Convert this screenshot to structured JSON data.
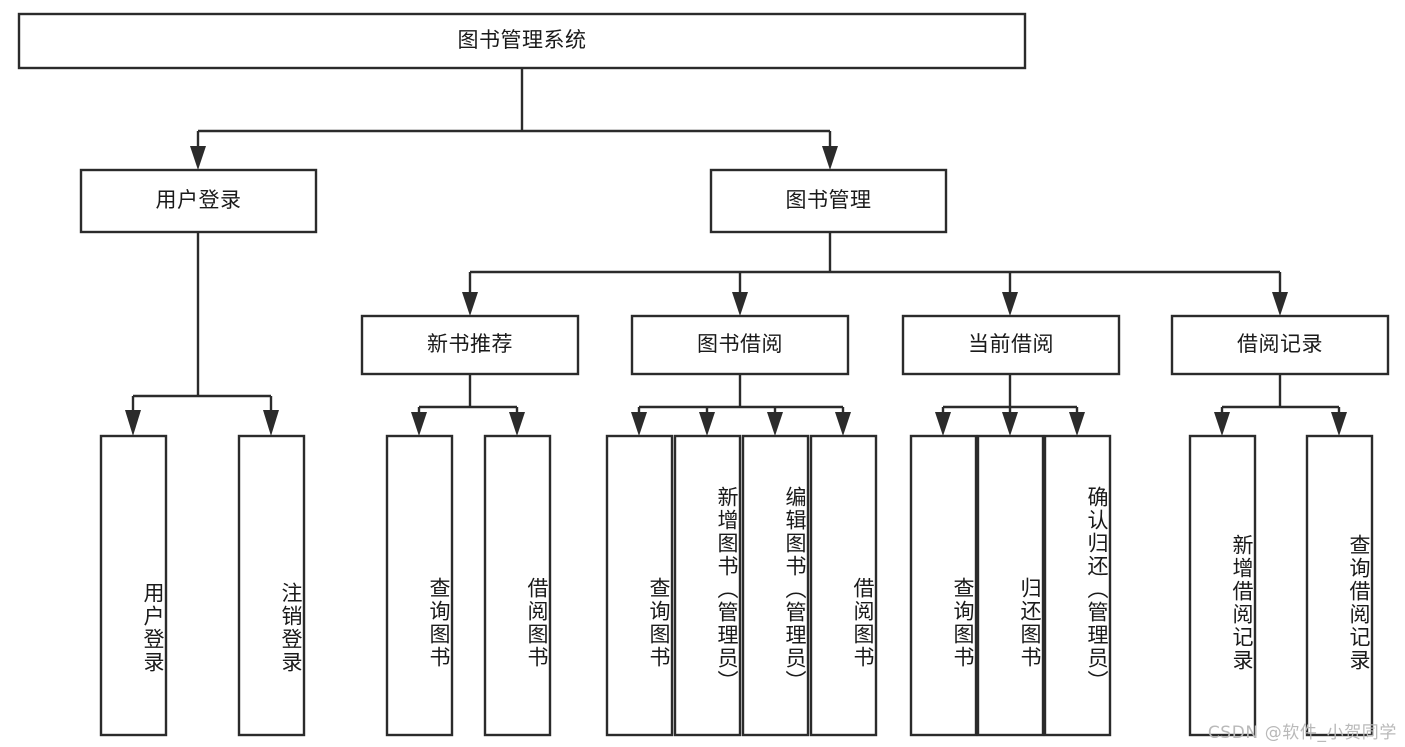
{
  "diagram": {
    "type": "tree-hierarchy-chart",
    "title": "图书管理系统",
    "watermark": "CSDN @软件_小贺同学",
    "colors": {
      "background": "#ffffff",
      "stroke": "#2b2b2b",
      "text": "#1a1a1a",
      "watermark": "#b9b9b9"
    },
    "nodes": {
      "root": {
        "label": "图书管理系统",
        "level": 1,
        "orientation": "horizontal"
      },
      "level2": [
        {
          "id": "user-login",
          "label": "用户登录",
          "orientation": "horizontal"
        },
        {
          "id": "book-management",
          "label": "图书管理",
          "orientation": "horizontal"
        }
      ],
      "level3": [
        {
          "id": "new-book-recommend",
          "label": "新书推荐",
          "orientation": "horizontal",
          "parent": "book-management"
        },
        {
          "id": "book-borrow",
          "label": "图书借阅",
          "orientation": "horizontal",
          "parent": "book-management"
        },
        {
          "id": "current-borrow",
          "label": "当前借阅",
          "orientation": "horizontal",
          "parent": "book-management"
        },
        {
          "id": "borrow-record",
          "label": "借阅记录",
          "orientation": "horizontal",
          "parent": "book-management"
        }
      ],
      "leaves": [
        {
          "id": "leaf-user-login",
          "label": "用户登录",
          "orientation": "vertical",
          "parent": "user-login"
        },
        {
          "id": "leaf-user-logout",
          "label": "注销登录",
          "orientation": "vertical",
          "parent": "user-login"
        },
        {
          "id": "leaf-query-book-rec",
          "label": "查询图书",
          "orientation": "vertical",
          "parent": "new-book-recommend"
        },
        {
          "id": "leaf-borrow-book-rec",
          "label": "借阅图书",
          "orientation": "vertical",
          "parent": "new-book-recommend"
        },
        {
          "id": "leaf-query-book-borrow",
          "label": "查询图书",
          "orientation": "vertical",
          "parent": "book-borrow"
        },
        {
          "id": "leaf-add-book-admin",
          "label": "新增图书（管理员）",
          "orientation": "vertical",
          "parent": "book-borrow"
        },
        {
          "id": "leaf-edit-book-admin",
          "label": "编辑图书（管理员）",
          "orientation": "vertical",
          "parent": "book-borrow"
        },
        {
          "id": "leaf-borrow-book",
          "label": "借阅图书",
          "orientation": "vertical",
          "parent": "book-borrow"
        },
        {
          "id": "leaf-query-book-current",
          "label": "查询图书",
          "orientation": "vertical",
          "parent": "current-borrow"
        },
        {
          "id": "leaf-return-book",
          "label": "归还图书",
          "orientation": "vertical",
          "parent": "current-borrow"
        },
        {
          "id": "leaf-confirm-return-admin",
          "label": "确认归还（管理员）",
          "orientation": "vertical",
          "parent": "current-borrow"
        },
        {
          "id": "leaf-add-borrow-record",
          "label": "新增借阅记录",
          "orientation": "vertical",
          "parent": "borrow-record"
        },
        {
          "id": "leaf-query-borrow-record",
          "label": "查询借阅记录",
          "orientation": "vertical",
          "parent": "borrow-record"
        }
      ]
    }
  }
}
